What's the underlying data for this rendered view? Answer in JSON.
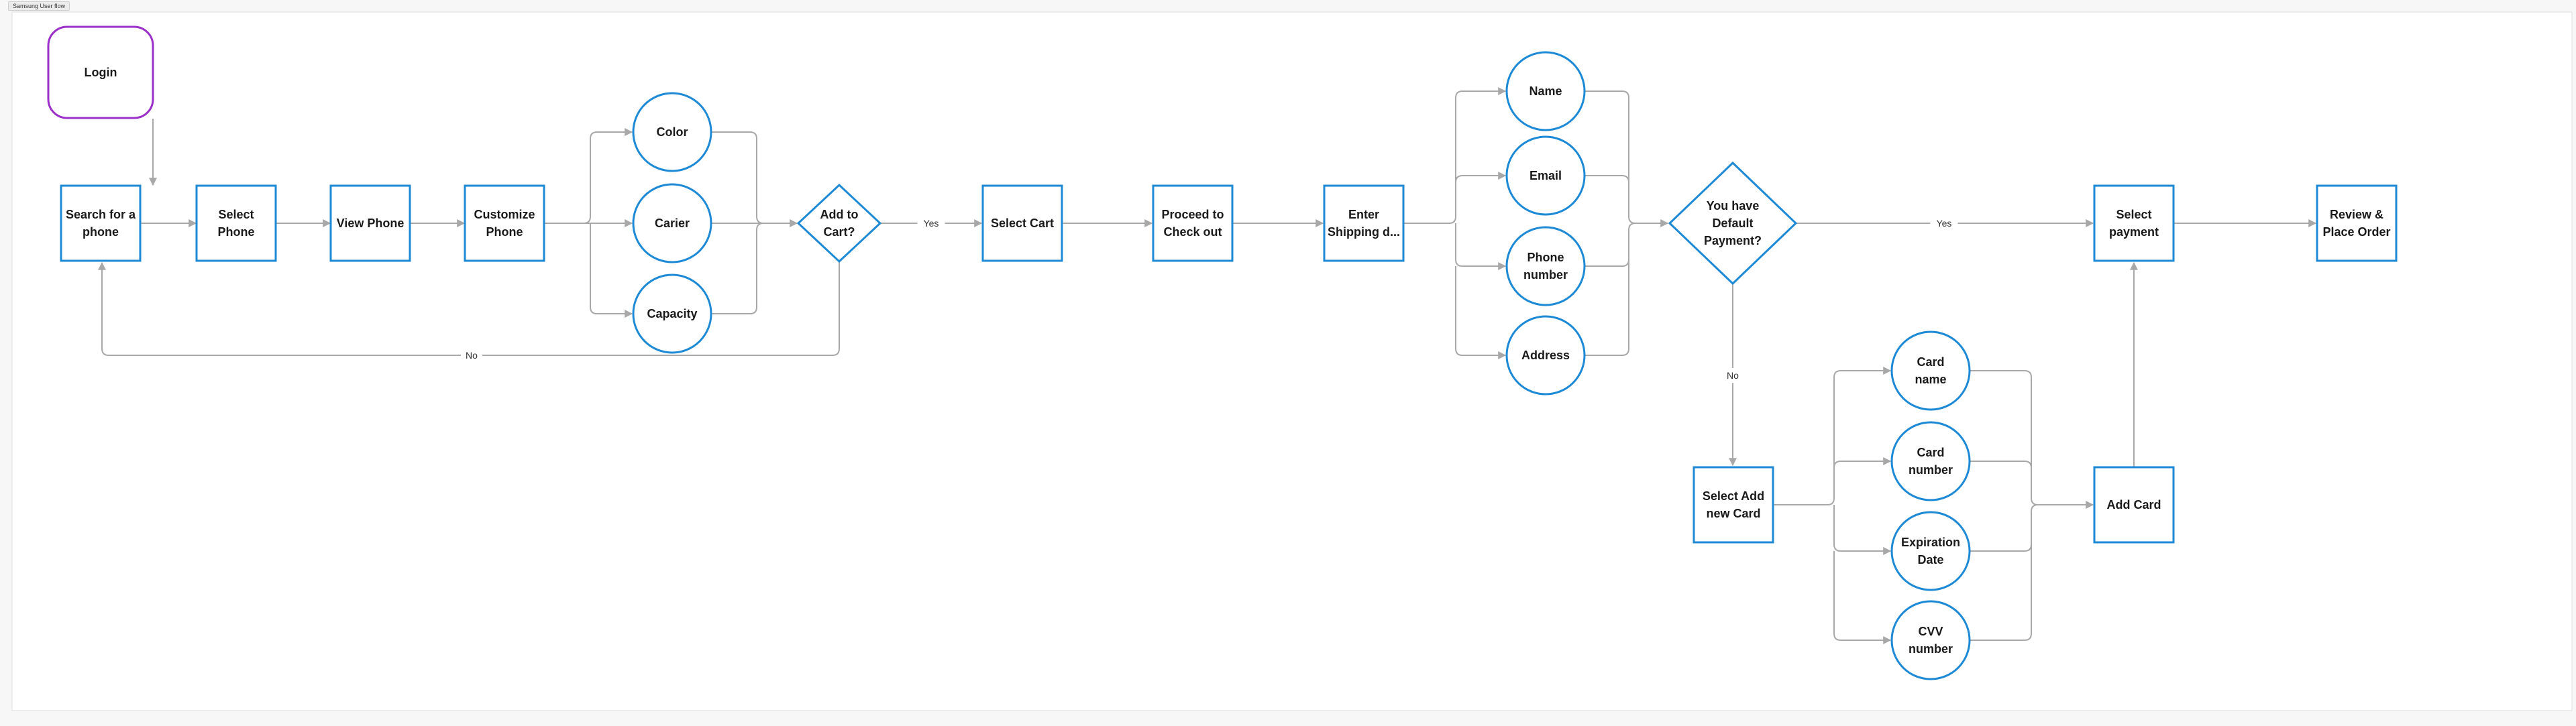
{
  "frame": {
    "title": "Samsung User flow"
  },
  "colors": {
    "node_stroke": "#1e8ad6",
    "login_stroke": "#9b30c8",
    "connector": "#a8a8a8",
    "canvas": "#ffffff"
  },
  "nodes": [
    {
      "id": "login",
      "shape": "rounded",
      "lines": [
        "Login"
      ]
    },
    {
      "id": "search",
      "shape": "rect",
      "lines": [
        "Search for a",
        "phone"
      ]
    },
    {
      "id": "select-phone",
      "shape": "rect",
      "lines": [
        "Select",
        "Phone"
      ]
    },
    {
      "id": "view-phone",
      "shape": "rect",
      "lines": [
        "View Phone"
      ]
    },
    {
      "id": "customize",
      "shape": "rect",
      "lines": [
        "Customize",
        "Phone"
      ]
    },
    {
      "id": "color",
      "shape": "circle",
      "lines": [
        "Color"
      ]
    },
    {
      "id": "carier",
      "shape": "circle",
      "lines": [
        "Carier"
      ]
    },
    {
      "id": "capacity",
      "shape": "circle",
      "lines": [
        "Capacity"
      ]
    },
    {
      "id": "add-to-cart",
      "shape": "diamond",
      "lines": [
        "Add to",
        "Cart?"
      ]
    },
    {
      "id": "select-cart",
      "shape": "rect",
      "lines": [
        "Select Cart"
      ]
    },
    {
      "id": "checkout",
      "shape": "rect",
      "lines": [
        "Proceed to",
        "Check out"
      ]
    },
    {
      "id": "shipping",
      "shape": "rect",
      "lines": [
        "Enter",
        "Shipping d..."
      ]
    },
    {
      "id": "name",
      "shape": "circle",
      "lines": [
        "Name"
      ]
    },
    {
      "id": "email",
      "shape": "circle",
      "lines": [
        "Email"
      ]
    },
    {
      "id": "phone-number",
      "shape": "circle",
      "lines": [
        "Phone",
        "number"
      ]
    },
    {
      "id": "address",
      "shape": "circle",
      "lines": [
        "Address"
      ]
    },
    {
      "id": "default-payment",
      "shape": "diamond",
      "lines": [
        "You have",
        "Default",
        "Payment?"
      ]
    },
    {
      "id": "select-payment",
      "shape": "rect",
      "lines": [
        "Select",
        "payment"
      ]
    },
    {
      "id": "review",
      "shape": "rect",
      "lines": [
        "Review &",
        "Place Order"
      ]
    },
    {
      "id": "new-card",
      "shape": "rect",
      "lines": [
        "Select Add",
        "new Card"
      ]
    },
    {
      "id": "card-name",
      "shape": "circle",
      "lines": [
        "Card",
        "name"
      ]
    },
    {
      "id": "card-number",
      "shape": "circle",
      "lines": [
        "Card",
        "number"
      ]
    },
    {
      "id": "expiration",
      "shape": "circle",
      "lines": [
        "Expiration",
        "Date"
      ]
    },
    {
      "id": "cvv",
      "shape": "circle",
      "lines": [
        "CVV",
        "number"
      ]
    },
    {
      "id": "add-card",
      "shape": "rect",
      "lines": [
        "Add Card"
      ]
    }
  ],
  "edge_labels": {
    "cart_no": "No",
    "cart_yes": "Yes",
    "payment_yes": "Yes",
    "payment_no": "No"
  }
}
